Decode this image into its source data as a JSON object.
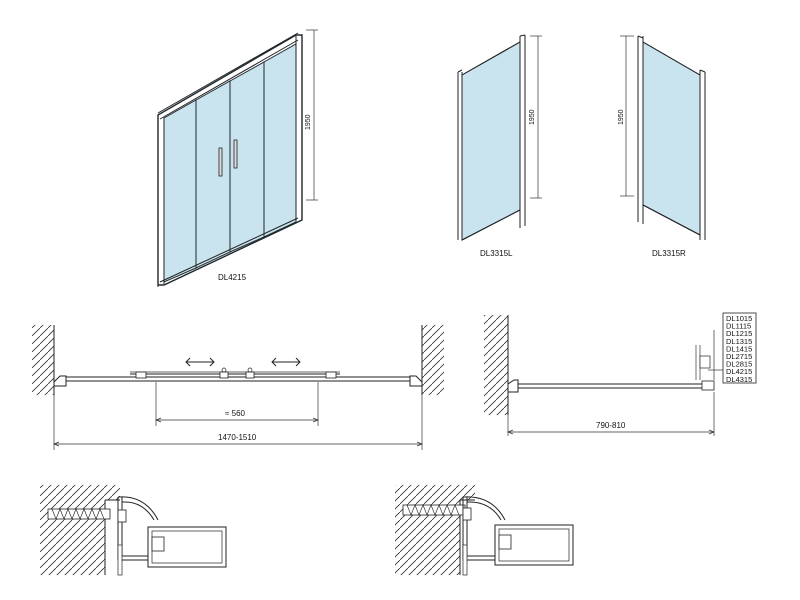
{
  "labels": {
    "model_double": "DL4215",
    "model_left": "DL3315L",
    "model_right": "DL3315R",
    "height_double": "1950",
    "height_left": "1950",
    "height_right": "1950"
  },
  "dimensions": {
    "opening": "≈ 560",
    "total_width": "1470-1510",
    "side_width": "790-810"
  },
  "compatible_models": [
    "DL1015",
    "DL1115",
    "DL1215",
    "DL1315",
    "DL1415",
    "DL2715",
    "DL2815",
    "DL4215",
    "DL4315"
  ]
}
